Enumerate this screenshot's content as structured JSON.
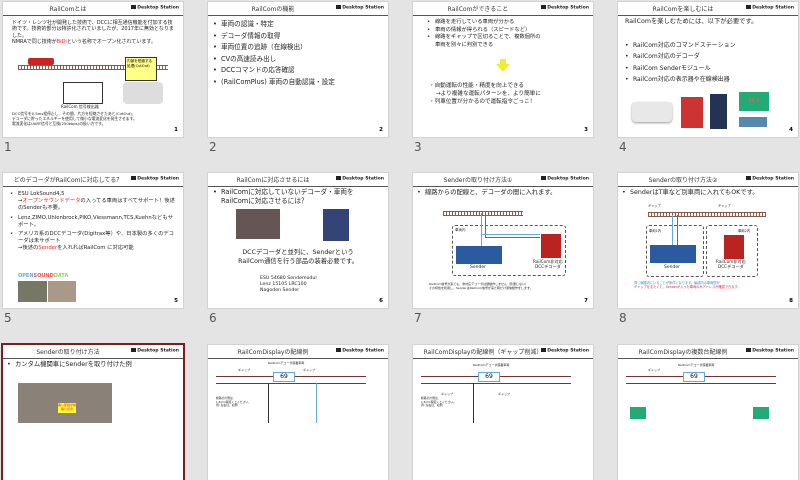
{
  "logo": "Desktop Station",
  "slides": [
    {
      "num": "1",
      "title": "RailComとは",
      "body": [
        "ドイツ・レンツ社が開発した技術で、DCCに相互通信機能を付加する技術です。技術的部分は特許化されていましたが、2017年に無効となりました。",
        "NMRAで同じ技術が",
        "BiDi",
        "という名称でオープン化されています。"
      ],
      "callout": "内部を短絡する処理(CutOut)",
      "diagram_label": "RailCom 信号検出器",
      "foot": [
        "DCC信号を0.5ms程停止し、その間、片方を短絡させたあと(CutOut)、",
        "デコーダに貯ったエネルギーを使用して微小な電流変化を発生させます。",
        "電流変化はUART信号と互換(250kbps)の扱い方です。"
      ]
    },
    {
      "num": "2",
      "title": "RailComの機能",
      "bullets": [
        "車両の認識・特定",
        "デコーダ情報の取得",
        "車両位置の追跡（在線検出）",
        "CVの高速読み出し",
        "DCCコマンドの応答確認",
        "(RailComPlus) 車両の自動認識・設定"
      ]
    },
    {
      "num": "3",
      "title": "RailComができること",
      "bullets": [
        "線路を走行している車両が分かる",
        "車両の情報が得られる（スピードなど）",
        "線路をギャップで区切ることで、複数個所の",
        "車両を別々に判別できる"
      ],
      "results": [
        "・自動運転の性能・精度を向上できる",
        "→より複雑な運転パターンを、より簡単に",
        "・列車位置が分かるので運転指令ごっこ！"
      ]
    },
    {
      "num": "4",
      "title": "RailComを楽しむには",
      "intro": "RailComを楽しむためには、以下が必要です。",
      "bullets": [
        "RailCom対応のコマンドステーション",
        "RailCom対応のデコーダ",
        "RailCom Senderモジュール",
        "RailCom対応の表示器や在線検出器"
      ],
      "display_digits": "88.8"
    },
    {
      "num": "5",
      "title": "どのデコーダがRailComに対応してる？",
      "items": [
        {
          "a": "ESU LokSound4,5",
          "b": "→",
          "c": "オープンサウンドデータ",
          "d": "の入ってる車両はすべてサポート！後述のSenderも不要。"
        },
        {
          "a": "Lenz,ZIMO,Uhlenbrock,PIKO,Viessmann,TCS,Kuehnなどもサポート。"
        },
        {
          "a": "アメリカ系のDCCデコーダ(Digitrax等）や、日本製の多くのデコーダは未サポート",
          "b": "→後述の",
          "c": "Sender",
          "d": "を入れればRailCom に対応可能"
        }
      ],
      "osd": [
        "OPEN",
        "SOUND",
        "DATA"
      ]
    },
    {
      "num": "6",
      "title": "RailComに対応させるには",
      "bullets": [
        "RailComに対応していないデコーダ・車両を",
        "RailComに対応させるには？"
      ],
      "mid": [
        "DCCデコーダと並列に、Senderという",
        "RailCom通信を行う部品の装着必要です。"
      ],
      "products": [
        "ESU 54680 Sendemodul",
        "Lenz 15105 LRC100",
        "Nagoden Sender"
      ]
    },
    {
      "num": "7",
      "title": "Senderの取り付け方法①",
      "bullet": "線路からの配線と、デコーダの間に入れます。",
      "car": "車両内",
      "sender": "Sender",
      "decoder": [
        "RailCom非対応",
        "DCCデコーダ"
      ],
      "foot": [
        "RailCom信号が来ても、非対応デコーダは誤動作しません（影響しない）",
        "その特性を利用し、SenderはRailCom信号が来た時だけ通信動作をします。"
      ]
    },
    {
      "num": "8",
      "title": "Senderの取り付け方法②",
      "bullet": "SenderはT車など別車両に入れてもOKです。",
      "gap": "ギャップ",
      "car1": "車両1内",
      "car2": "車両2内",
      "sender": "Sender",
      "decoder": [
        "RailCom非対応",
        "DCCデコーダ"
      ],
      "foot": [
        "同じ線路内にいることが条件となります。編成内の車両間が",
        "ギャップをまたぐと、Senderが入った車両のみアドレスが確認できます。"
      ]
    },
    {
      "num": "9",
      "title": "Senderの取り付け方法",
      "bullet": "カンタム機関車にSenderを取り付けた例",
      "callout": "黒い配線が線路に接合"
    },
    {
      "num": "10",
      "title": "RailComDisplayの配線例",
      "dlabel": "RailComデコーダ搭載車両",
      "addr": "69",
      "gap": "ギャップ",
      "note": [
        "線路の片側は、",
        "1.5mm程度くとください。",
        "例: 左右は、右側"
      ]
    },
    {
      "num": "11",
      "title": "RailComDisplayの配線例（ギャップ削減）",
      "dlabel": "RailComデコーダ搭載車両",
      "addr": "69",
      "gap": "ギャップ",
      "note": [
        "線路の片側は、",
        "1.5mm程度くとください。",
        "例: 左右は、右側"
      ]
    },
    {
      "num": "12",
      "title": "RailComDisplayの複数台配線例",
      "dlabel": "RailComデコーダ搭載車両",
      "addr": "69",
      "gap": "ギャップ"
    }
  ]
}
